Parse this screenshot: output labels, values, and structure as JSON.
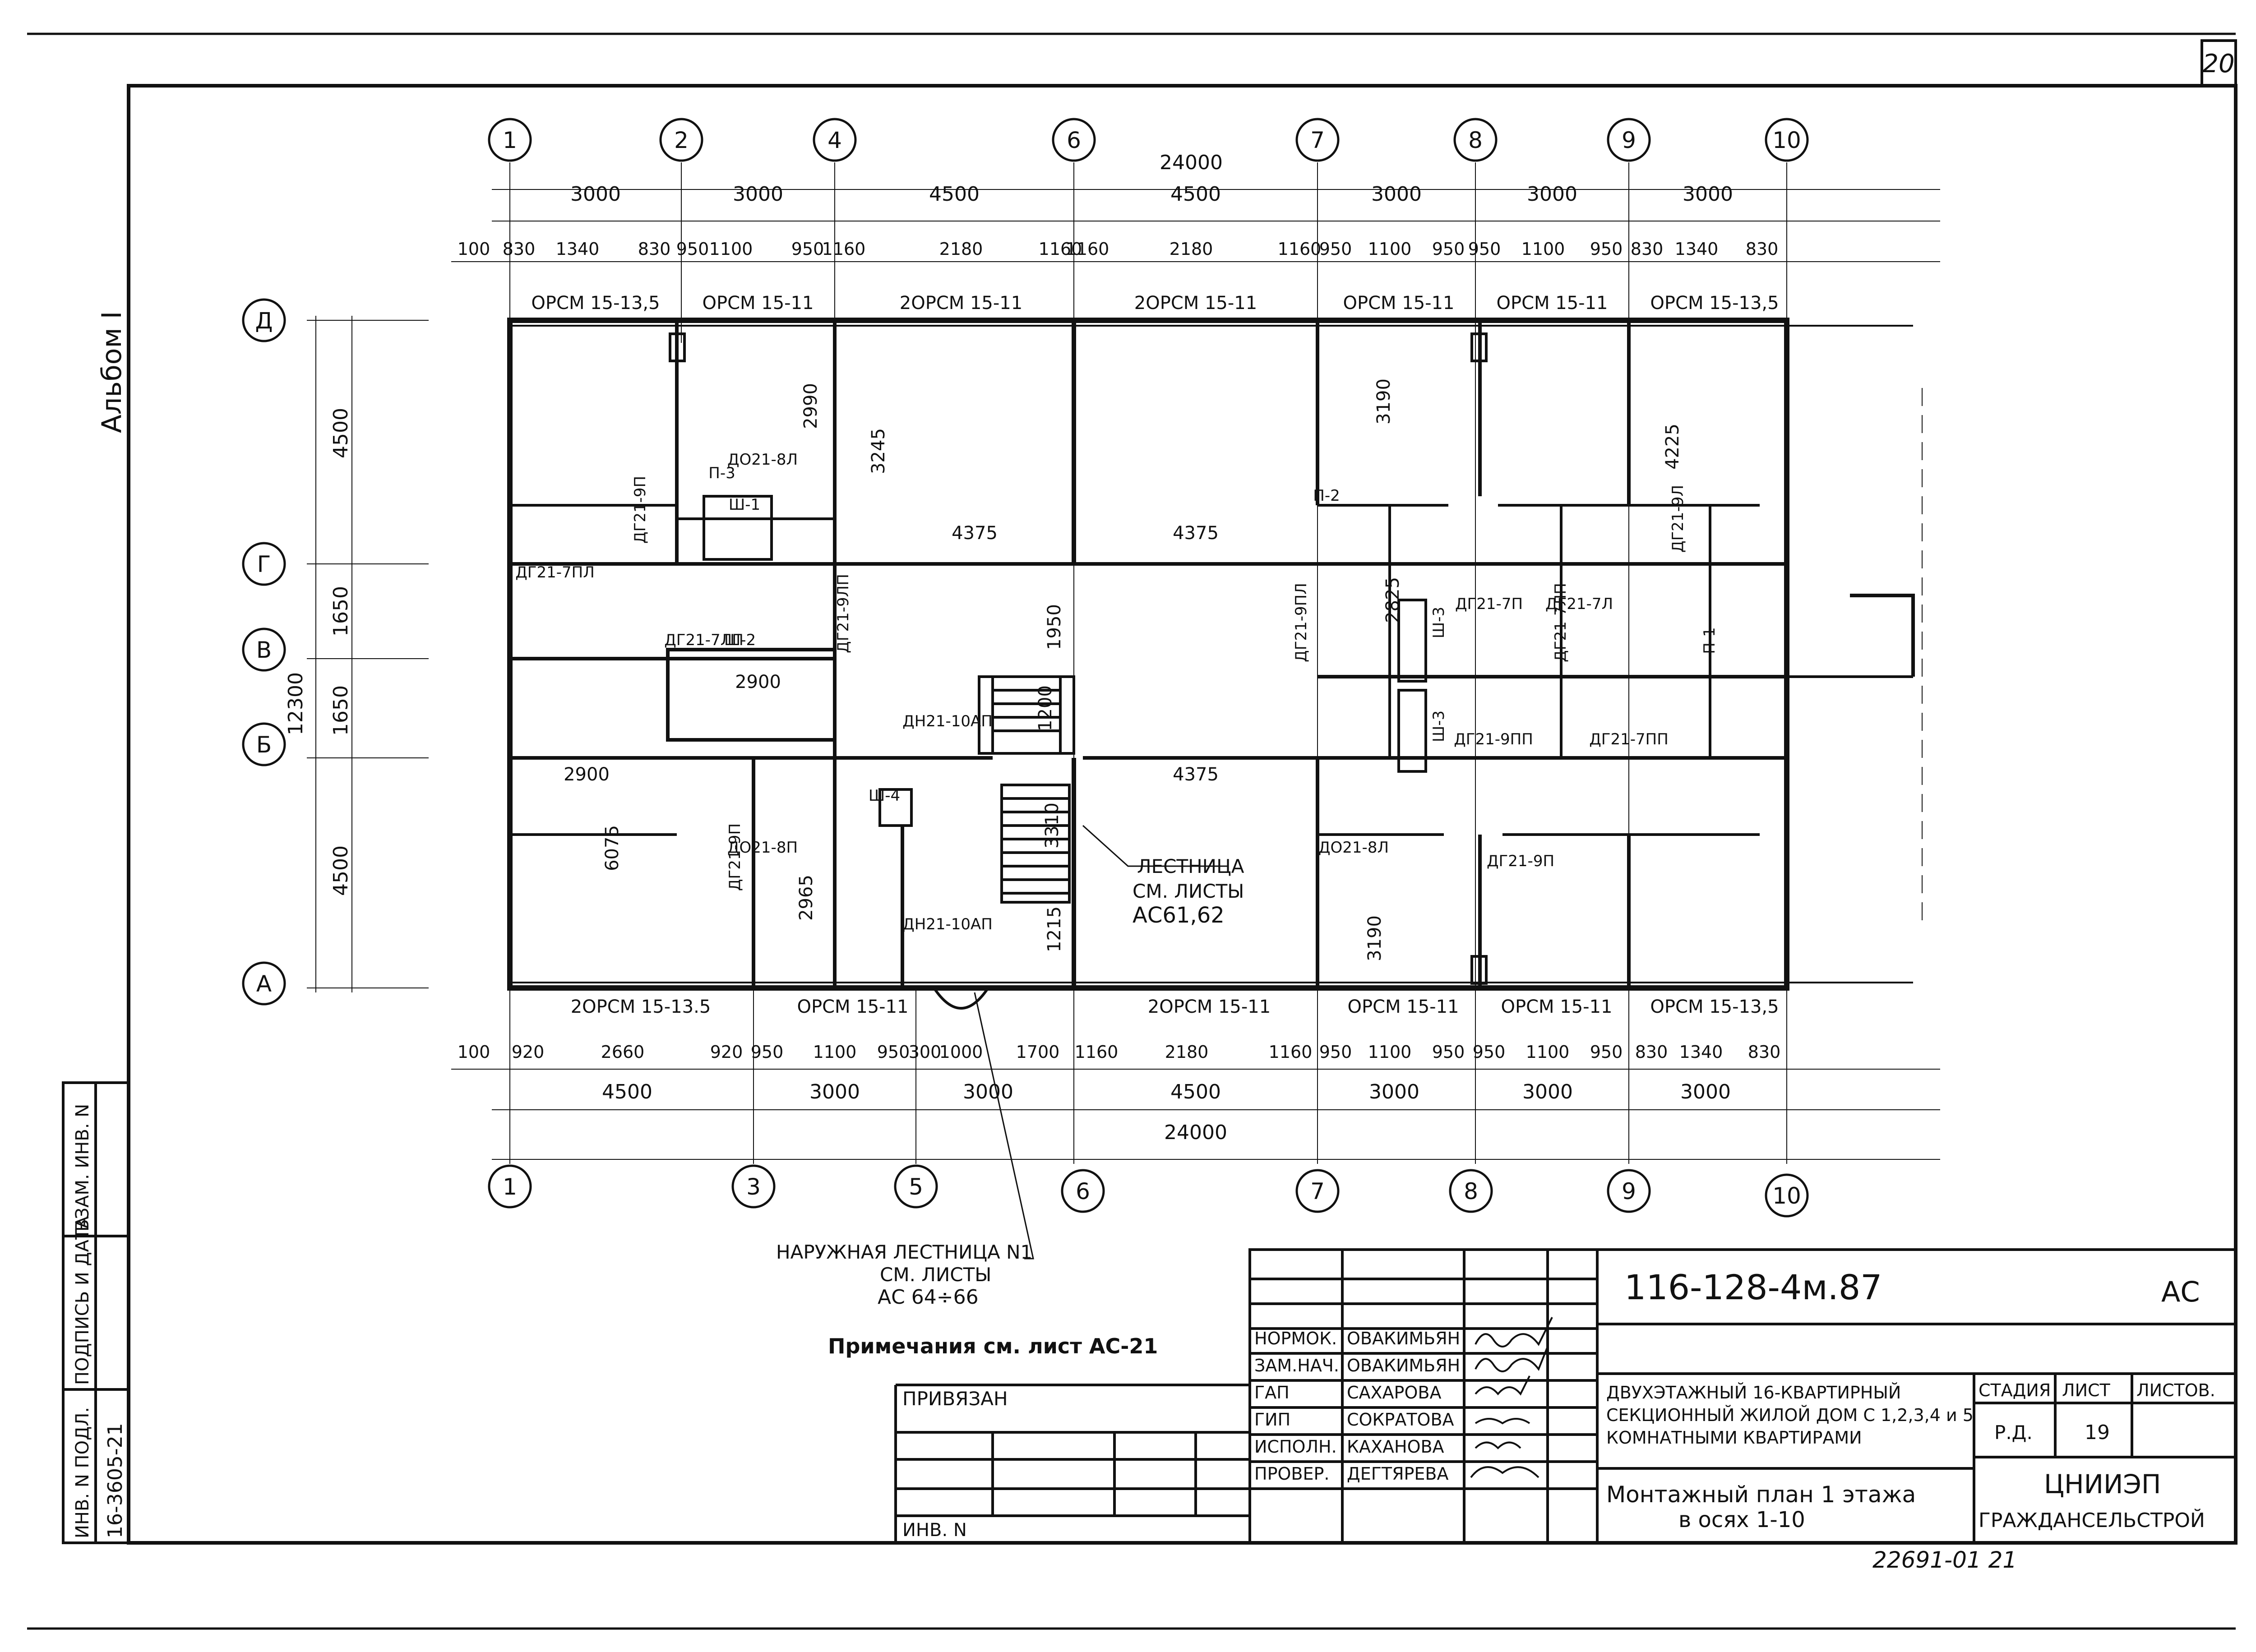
{
  "sheet": {
    "page_number": "20",
    "album": "Альбом I",
    "left_stamp": {
      "inv_label": "ИНВ. N ПОДЛ.",
      "sign_label": "ПОДПИСЬ И ДАТА",
      "replace_label": "ВЗАМ. ИНВ. N",
      "inv_value": "16-3605-21"
    }
  },
  "plan": {
    "axes_numbers_top": [
      "1",
      "2",
      "4",
      "6",
      "7",
      "8",
      "9",
      "10"
    ],
    "axes_numbers_bottom": [
      "1",
      "3",
      "5",
      "6",
      "7",
      "8",
      "9",
      "10"
    ],
    "axes_letters": [
      "Д",
      "Г",
      "В",
      "Б",
      "А"
    ],
    "top_overall": "24000",
    "top_bays": [
      "3000",
      "3000",
      "4500",
      "4500",
      "3000",
      "3000",
      "3000"
    ],
    "top_details": [
      "100",
      "830",
      "1340",
      "830",
      "950",
      "1100",
      "950",
      "1160",
      "2180",
      "1160",
      "1160",
      "2180",
      "1160",
      "950",
      "1100",
      "950",
      "950",
      "1100",
      "950",
      "830",
      "1340",
      "830"
    ],
    "top_windows": [
      "ОРСМ 15-13,5",
      "ОРСМ 15-11",
      "2ОРСМ 15-11",
      "2ОРСМ 15-11",
      "ОРСМ 15-11",
      "ОРСМ 15-11",
      "ОРСМ 15-13,5"
    ],
    "bottom_windows": [
      "2ОРСМ 15-13.5",
      "ОРСМ 15-11",
      "2ОРСМ 15-11",
      "ОРСМ 15-11",
      "ОРСМ 15-11",
      "ОРСМ 15-13,5"
    ],
    "bottom_details": [
      "100",
      "920",
      "2660",
      "920",
      "950",
      "1100",
      "950",
      "300",
      "1000",
      "1700",
      "1160",
      "2180",
      "1160",
      "950",
      "1100",
      "950",
      "950",
      "1100",
      "950",
      "830",
      "1340",
      "830"
    ],
    "bottom_bays": [
      "4500",
      "3000",
      "3000",
      "4500",
      "3000",
      "3000",
      "3000"
    ],
    "bottom_overall": "24000",
    "left_dims": [
      "4500",
      "1650",
      "1650",
      "4500"
    ],
    "left_overall": "12300",
    "interior_dims": [
      "4375",
      "4375",
      "4375",
      "2900",
      "2900",
      "1950",
      "1200",
      "1215",
      "3310",
      "6075",
      "2965",
      "3190",
      "3190",
      "4225",
      "2825",
      "3245",
      "2990"
    ],
    "door_labels": [
      "ДГ21-7ПЛ",
      "ДГ21-9П",
      "ДО21-8Л",
      "ДГ21-9ЛП",
      "ДГ21-9Л",
      "ДГ21-7ЛП",
      "ДГ21-9ПЛ",
      "ДО21-8П",
      "ДГ21-7Л",
      "ДГ21-7П",
      "ДГ21-7ЛП",
      "ДГ21-9ПП",
      "ДГ21-7ПП",
      "ДН21-10АП",
      "ДН21-10АП",
      "ДО21-8Л",
      "ДГ21-9П",
      "ДГ21-9П"
    ],
    "partition_labels": [
      "П-1",
      "П-2",
      "П-3",
      "Ш-1",
      "Ш-2",
      "Ш-3",
      "Ш-3",
      "Ш-4"
    ],
    "stair_note": [
      "ЛЕСТНИЦА",
      "СМ. ЛИСТЫ",
      "АС61,62"
    ],
    "outdoor_stair_note": [
      "НАРУЖНАЯ ЛЕСТНИЦА N1",
      "СМ. ЛИСТЫ",
      "АС 64÷66"
    ]
  },
  "notes": {
    "remark": "Примечания см. лист АС-21",
    "bound_label": "ПРИВЯЗАН",
    "inv_label": "ИНВ. N"
  },
  "title_block": {
    "project_code": "116-128-4м.87",
    "section": "АС",
    "roles": [
      {
        "role": "НОРМОК.",
        "name": "ОВАКИМЬЯН"
      },
      {
        "role": "ЗАМ.НАЧ.",
        "name": "ОВАКИМЬЯН"
      },
      {
        "role": "ГАП",
        "name": "САХАРОВА"
      },
      {
        "role": "ГИП",
        "name": "СОКРАТОВА"
      },
      {
        "role": "ИСПОЛН.",
        "name": "КАХАНОВА"
      },
      {
        "role": "ПРОВЕР.",
        "name": "ДЕГТЯРЕВА"
      }
    ],
    "building_desc": [
      "ДВУХЭТАЖНЫЙ 16-КВАРТИРНЫЙ",
      "СЕКЦИОННЫЙ ЖИЛОЙ ДОМ С 1,2,3,4 и 5",
      "КОМНАТНЫМИ КВАРТИРАМИ"
    ],
    "stage_label": "СТАДИЯ",
    "sheet_label": "ЛИСТ",
    "sheets_label": "ЛИСТОВ.",
    "stage_value": "Р.Д.",
    "sheet_value": "19",
    "drawing_title": [
      "Монтажный план 1 этажа",
      "в осях 1-10"
    ],
    "org": [
      "ЦНИИЭП",
      "ГРАЖДАНСЕЛЬСТРОЙ"
    ],
    "copy_number": "22691-01 21"
  }
}
